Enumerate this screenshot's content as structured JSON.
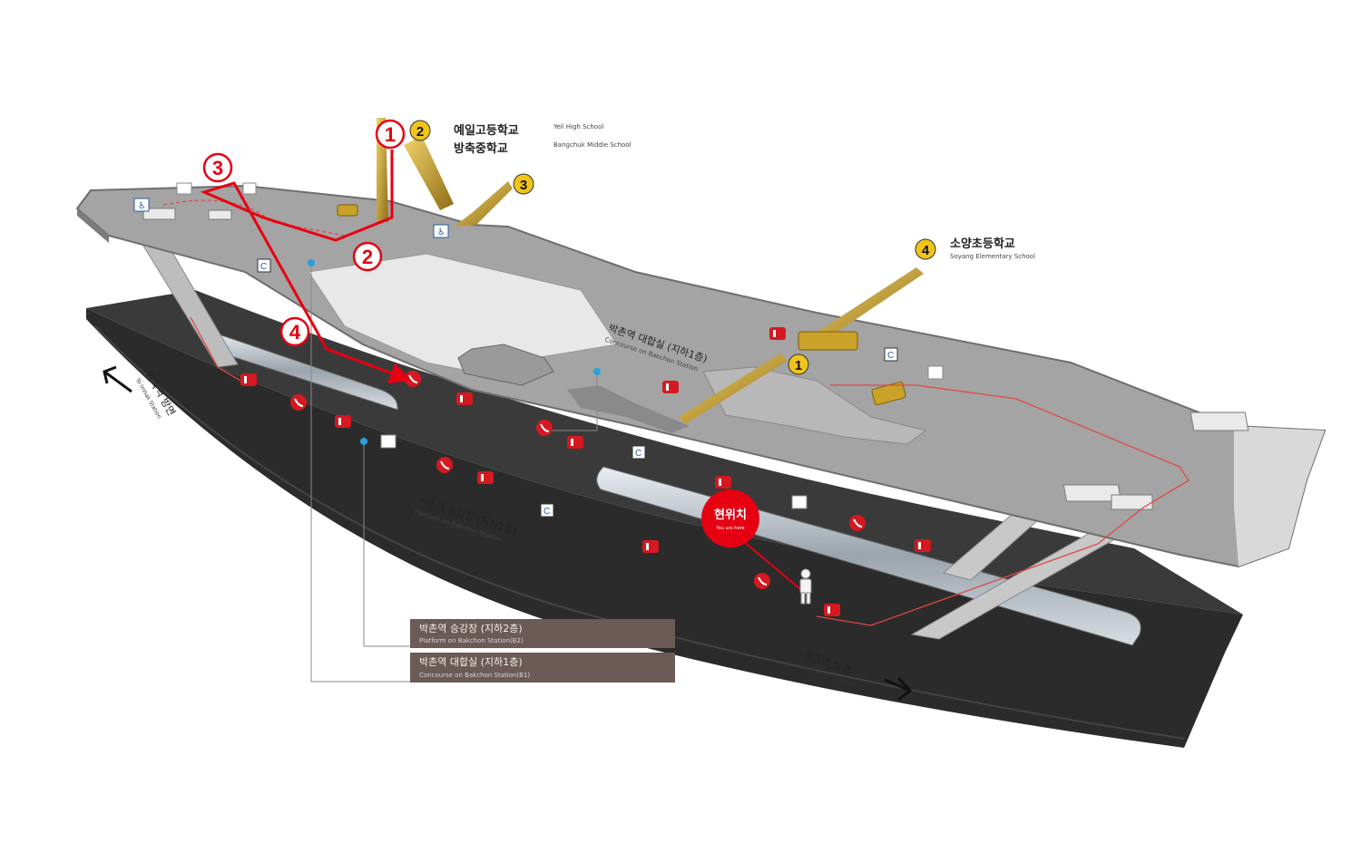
{
  "exits": [
    {
      "number": "1",
      "name": "",
      "name_en": ""
    },
    {
      "number": "2",
      "name": "예일고등학교",
      "name_en": "Yeil High School"
    },
    {
      "number": "3",
      "name": "방축중학교",
      "name_en": "Bangchuk Middle School"
    },
    {
      "number": "4",
      "name": "소양초등학교",
      "name_en": "Soyang Elementary School"
    }
  ],
  "route_markers": [
    "1",
    "2",
    "3",
    "4"
  ],
  "concourse_label": {
    "ko": "박촌역 대합실 (지하1층)",
    "en": "Concourse on Bakchon Station"
  },
  "platform_label": {
    "ko": "박촌역 승강장 (지하2층)",
    "en": "Platform on Bakchon Station"
  },
  "legend": [
    {
      "ko": "박촌역 승강장 (지하2층)",
      "en": "Platform on Bakchon Station(B2)"
    },
    {
      "ko": "박촌역 대합실 (지하1층)",
      "en": "Concourse on Bakchon Station(B1)"
    }
  ],
  "here_marker": {
    "label": "현위치",
    "sub": "You are here"
  },
  "direction_left": {
    "ko": "임학역 방면",
    "en": "To Imhak Station"
  },
  "direction_right": {
    "ko": "귤현역 방면",
    "en": "To Gyulhyeon Station"
  },
  "colors": {
    "route": "#e60012",
    "exit_badge": "#f0c419",
    "stair_gold": "#c9a227",
    "concourse": "#a4a4a4",
    "platform": "#2b2b2b",
    "legend_bg": "#6b5a55"
  }
}
